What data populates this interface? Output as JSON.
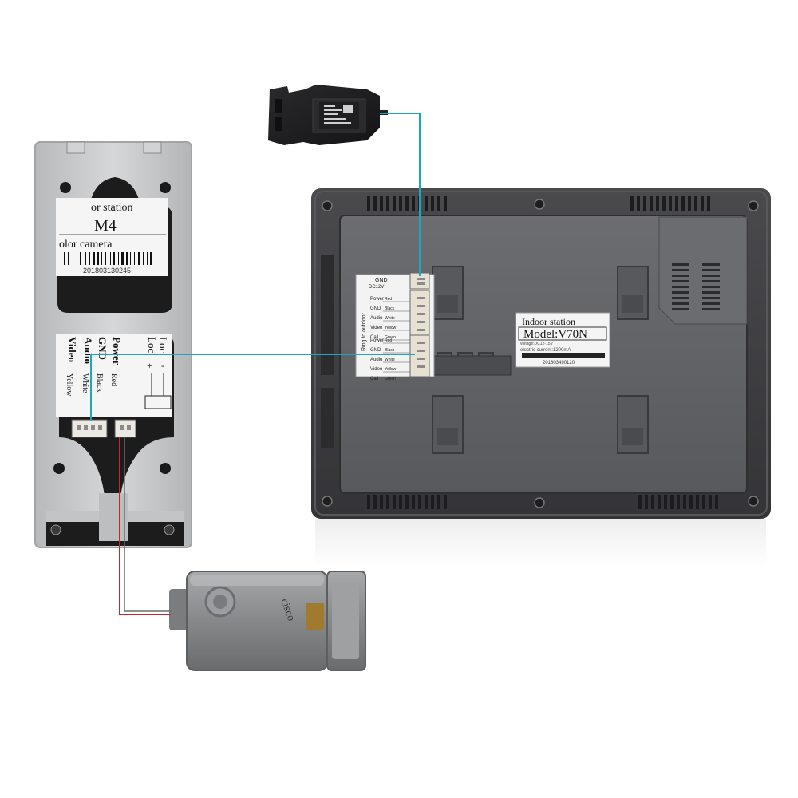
{
  "outdoor_unit": {
    "sticker_header": "or station",
    "sticker_model": "M4",
    "sticker_desc": "olor camera",
    "sticker_serial": "201803130245",
    "lock_label_1": "Loc",
    "lock_label_2": "Loc",
    "lock_plus": "+",
    "lock_minus": "-",
    "pins": [
      {
        "name": "Power",
        "color": "Red"
      },
      {
        "name": "GND",
        "color": "Black"
      },
      {
        "name": "Audio",
        "color": "White"
      },
      {
        "name": "Video",
        "color": "Yellow"
      }
    ]
  },
  "indoor_unit": {
    "label_header": "Indoor station",
    "label_model": "Model:V70N",
    "label_voltage": "voltage:DC12-15V",
    "label_current": "electric current:1200mA",
    "label_serial": "201803490120",
    "terminal_gnd": "GND",
    "terminal_dc": "DC12V",
    "terminal_side": "Ring to outdoor",
    "group1": [
      {
        "name": "Power",
        "color": "Red"
      },
      {
        "name": "GND",
        "color": "Black"
      },
      {
        "name": "Audio",
        "color": "White"
      },
      {
        "name": "Video",
        "color": "Yellow"
      },
      {
        "name": "Call",
        "color": "Green"
      }
    ],
    "group2": [
      {
        "name": "Power",
        "color": "Red"
      },
      {
        "name": "GND",
        "color": "Black"
      },
      {
        "name": "Audio",
        "color": "White"
      },
      {
        "name": "Video",
        "color": "Yellow"
      },
      {
        "name": "Call",
        "color": "Green"
      }
    ]
  },
  "lock": {
    "brand": "cisco"
  },
  "colors": {
    "wire_cyan": "#1ba6c4",
    "wire_red": "#c8262e",
    "monitor_body": "#3d3d40",
    "outdoor_plate": "#c9cacc"
  }
}
